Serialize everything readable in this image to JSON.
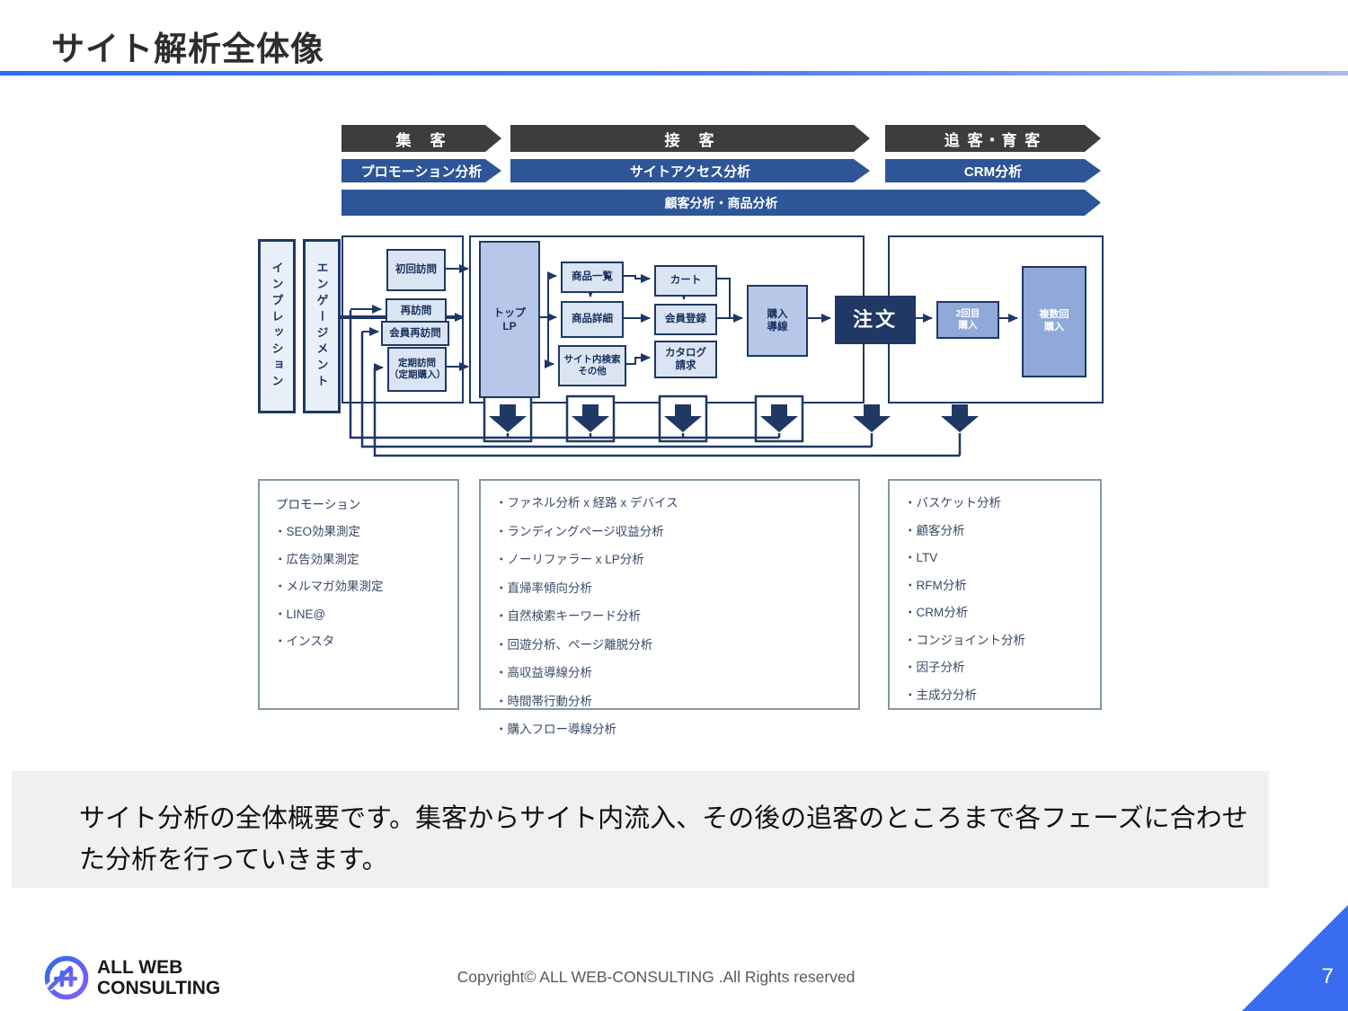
{
  "page": {
    "title": "サイト解析全体像",
    "page_number": "7"
  },
  "colors": {
    "accent_blue": "#2f6df2",
    "navy": "#1f3864",
    "steel_blue": "#2e5597",
    "dark_gray": "#3d3d3d",
    "box_light": "#dbe4f2",
    "box_medium": "#b7c7e8",
    "list_border": "#84999f",
    "summary_bg": "#f0f0f0",
    "corner_triangle": "#3a6cf0"
  },
  "phase_arrows": {
    "row1": [
      "集　客",
      "接　客",
      "追 客・育 客"
    ],
    "row2": [
      "プロモーション分析",
      "サイトアクセス分析",
      "CRM分析"
    ],
    "row3": "顧客分析・商品分析"
  },
  "flow": {
    "impression": "インプレッション",
    "engagement": "エンゲージメント",
    "first_visit": "初回訪問",
    "revisit": "再訪問",
    "member_revisit": "会員再訪問",
    "regular_visit": "定期訪問\n（定期購入）",
    "top_lp": "トップ\nLP",
    "product_list": "商品一覧",
    "product_detail": "商品詳細",
    "site_search": "サイト内検索\nその他",
    "cart": "カート",
    "member_registration": "会員登録",
    "catalog_request": "カタログ\n請求",
    "purchase_funnel": "購入\n導線",
    "order": "注文",
    "second_purchase": "2回目\n購入",
    "repeat_purchase": "複数回\n購入"
  },
  "analysis": {
    "promotion": {
      "title": "プロモーション",
      "items": [
        "・SEO効果測定",
        "・広告効果測定",
        "・メルマガ効果測定",
        "・LINE@",
        "・インスタ"
      ]
    },
    "site_access": {
      "items": [
        "・ファネル分析 x 経路 x デバイス",
        "・ランディングページ収益分析",
        "・ノーリファラー x LP分析",
        "・直帰率傾向分析",
        "・自然検索キーワード分析",
        "・回遊分析、ページ離脱分析",
        "・高収益導線分析",
        "・時間帯行動分析",
        "・購入フロー導線分析"
      ]
    },
    "crm": {
      "items": [
        "・バスケット分析",
        "・顧客分析",
        "・LTV",
        "・RFM分析",
        "・CRM分析",
        "・コンジョイント分析",
        "・因子分析",
        "・主成分分析"
      ]
    }
  },
  "summary": "サイト分析の全体概要です。集客からサイト内流入、その後の追客のところまで各フェーズに合わせ\nた分析を行っていきます。",
  "footer": {
    "logo_line1": "ALL WEB",
    "logo_line2": "CONSULTING",
    "copyright": "Copyright© ALL WEB-CONSULTING .All Rights reserved"
  }
}
